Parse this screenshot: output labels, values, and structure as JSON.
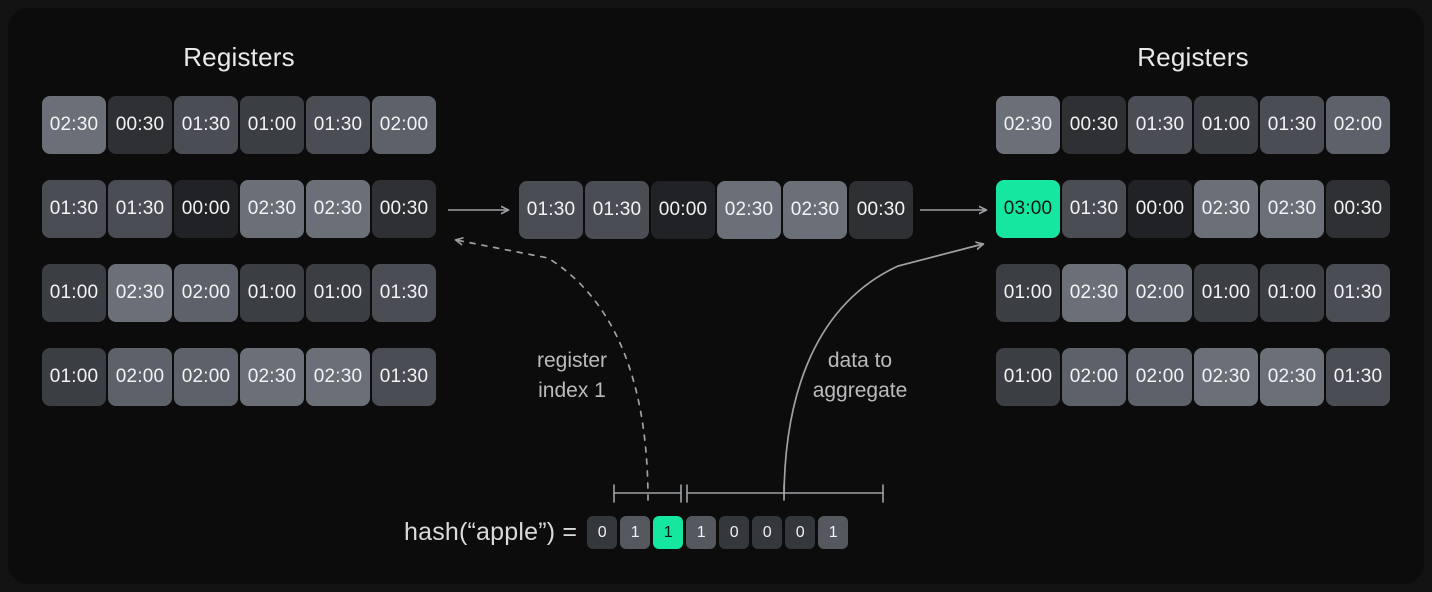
{
  "diagram": {
    "title_left": "Registers",
    "title_right": "Registers",
    "accent_color": "#15e6a0",
    "panel_color": "#0c0c0d",
    "background_color": "#131313"
  },
  "registers_left": {
    "heading": "Registers",
    "rows": [
      [
        "02:30",
        "00:30",
        "01:30",
        "01:00",
        "01:30",
        "02:00"
      ],
      [
        "01:30",
        "01:30",
        "00:00",
        "02:30",
        "02:30",
        "00:30"
      ],
      [
        "01:00",
        "02:30",
        "02:00",
        "01:00",
        "01:00",
        "01:30"
      ],
      [
        "01:00",
        "02:00",
        "02:00",
        "02:30",
        "02:30",
        "01:30"
      ]
    ],
    "highlight": null
  },
  "registers_right": {
    "heading": "Registers",
    "rows": [
      [
        "02:30",
        "00:30",
        "01:30",
        "01:00",
        "01:30",
        "02:00"
      ],
      [
        "03:00",
        "01:30",
        "00:00",
        "02:30",
        "02:30",
        "00:30"
      ],
      [
        "01:00",
        "02:30",
        "02:00",
        "01:00",
        "01:00",
        "01:30"
      ],
      [
        "01:00",
        "02:00",
        "02:00",
        "02:30",
        "02:30",
        "01:30"
      ]
    ],
    "highlight": {
      "row": 1,
      "col": 0,
      "value": "03:00"
    }
  },
  "selected_row": {
    "values": [
      "01:30",
      "01:30",
      "00:00",
      "02:30",
      "02:30",
      "00:30"
    ]
  },
  "annotations": {
    "register_index": "register\nindex 1",
    "data_to_aggregate": "data to\naggregate"
  },
  "hash": {
    "label": "hash(“apple”)  =",
    "bits": [
      "0",
      "1",
      "1",
      "1",
      "0",
      "0",
      "0",
      "1"
    ],
    "highlight_index": 2,
    "index_bits_span": [
      0,
      2
    ],
    "data_bits_span": [
      3,
      7
    ]
  }
}
